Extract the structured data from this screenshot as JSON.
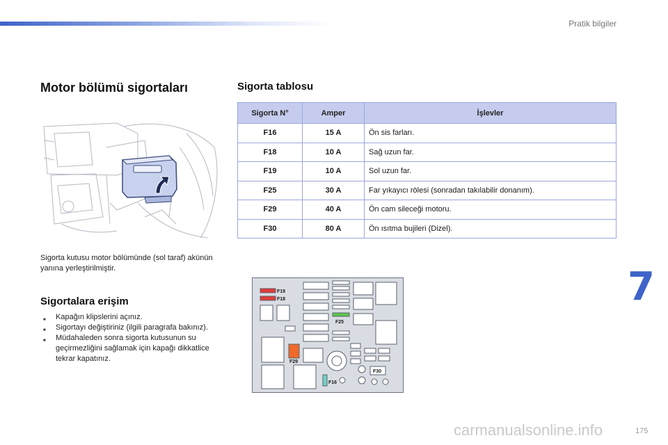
{
  "header": {
    "section": "Pratik bilgiler"
  },
  "left": {
    "title": "Motor bölümü sigortaları",
    "caption": "Sigorta kutusu motor bölümünde (sol taraf) akünün yanına yerleştirilmiştir.",
    "access_title": "Sigortalara erişim",
    "steps": [
      "Kapağın klipslerini açınız.",
      "Sigortayı değiştiriniz (ilgili paragrafa bakınız).",
      "Müdahaleden sonra sigorta kutusunun su geçirmezliğini sağlamak için kapağı dikkatlice tekrar kapatınız."
    ]
  },
  "table": {
    "title": "Sigorta tablosu",
    "headers": [
      "Sigorta N°",
      "Amper",
      "İşlevler"
    ],
    "rows": [
      {
        "fuse": "F16",
        "amp": "15 A",
        "func": "Ön sis farları."
      },
      {
        "fuse": "F18",
        "amp": "10 A",
        "func": "Sağ uzun far."
      },
      {
        "fuse": "F19",
        "amp": "10 A",
        "func": "Sol uzun far."
      },
      {
        "fuse": "F25",
        "amp": "30 A",
        "func": "Far yıkayıcı rölesi (sonradan takılabilir donanım)."
      },
      {
        "fuse": "F29",
        "amp": "40 A",
        "func": "Ön cam sileceği motoru."
      },
      {
        "fuse": "F30",
        "amp": "80 A",
        "func": "Ön ısıtma bujileri (Dizel)."
      }
    ]
  },
  "diagram": {
    "labels": {
      "f19": "F19",
      "f18": "F18",
      "f25": "F25",
      "f29": "F29",
      "f30": "F30",
      "f16": "F16"
    },
    "colors": {
      "red": "#e03a3a",
      "orange": "#f06a2a",
      "green": "#5ec84a",
      "teal": "#6fd3c4",
      "panel": "#d9dde3"
    }
  },
  "chapter": "7",
  "page_number": "175",
  "watermark": "carmanualsonline.info",
  "bullet_icon": "square-bullet-icon"
}
